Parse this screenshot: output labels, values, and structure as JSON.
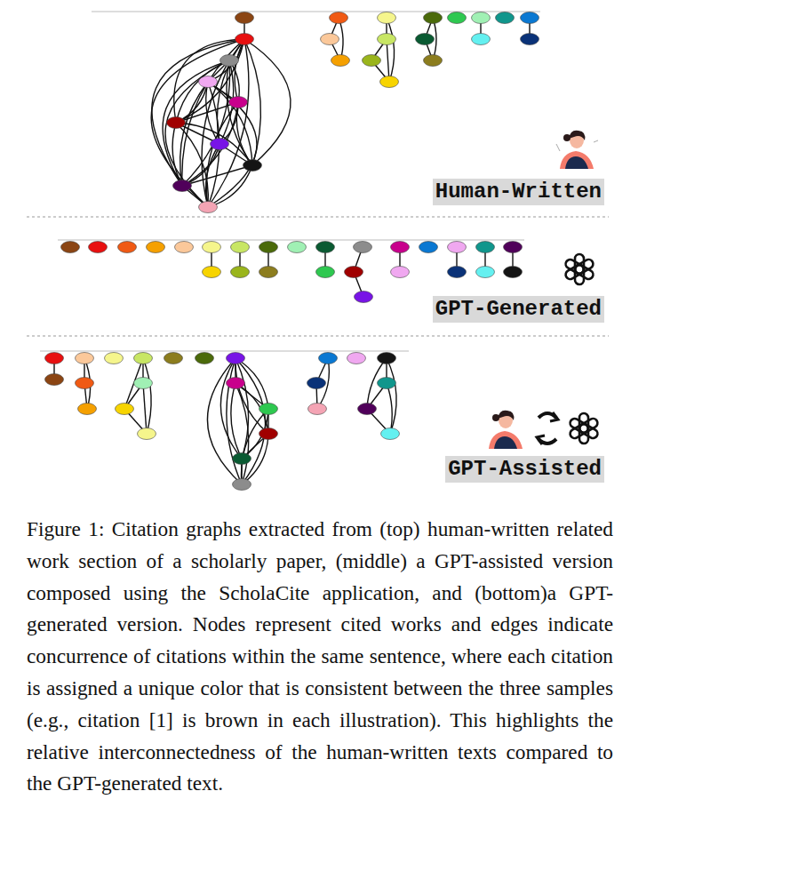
{
  "diagram": {
    "caption": "Figure 1: Citation graphs extracted from (top) human-written related work section of a scholarly paper, (middle) a GPT-assisted version composed using the ScholaCite application, and (bottom)a GPT-generated version. Nodes represent cited works and edges indicate concurrence of citations within the same sentence, where each citation is assigned a unique color that is consistent between the three samples (e.g., citation [1] is brown in each illustration). This highlights the relative interconnectedness of the human-written texts compared to the GPT-generated text.",
    "nodes": [
      {
        "text": [
          "Human-Written"
        ]
      },
      {
        "text": [
          "GPT-Generated"
        ]
      },
      {
        "text": [
          "GPT-Assisted"
        ]
      }
    ]
  }
}
